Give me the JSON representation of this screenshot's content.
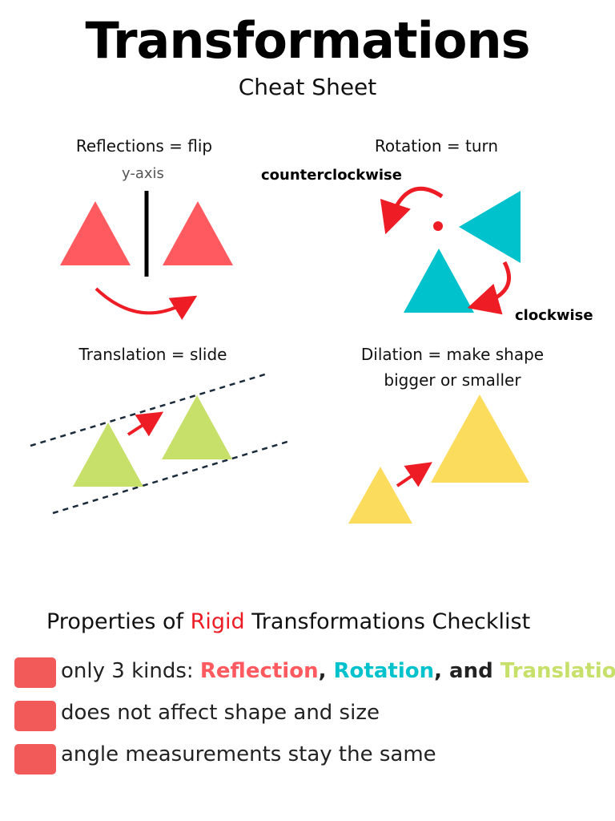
{
  "header": {
    "title": "Transformations",
    "subtitle": "Cheat Sheet"
  },
  "reflections": {
    "label": "Reflections = flip",
    "axis_label": "y-axis",
    "color": "#ff5a5f"
  },
  "rotation": {
    "label": "Rotation = turn",
    "counterclockwise_label": "counterclockwise",
    "clockwise_label": "clockwise",
    "color": "#00c2cc"
  },
  "translation": {
    "label": "Translation = slide",
    "color": "#c6e06a"
  },
  "dilation": {
    "label_line1": "Dilation = make shape",
    "label_line2": "bigger or smaller",
    "color": "#fcdc5c"
  },
  "arrow_color": "#ee1c24",
  "checklist": {
    "title_before": "Properties of ",
    "title_highlight": "Rigid",
    "title_after": " Transformations Checklist",
    "highlight_color": "#ee1c24",
    "checkbox_color": "#f25a5a",
    "items": [
      {
        "prefix": "only 3 kinds: ",
        "kind1": "Reflection",
        "sep1": ",  ",
        "kind2": "Rotation",
        "sep2": ", and ",
        "kind3": "Translation"
      },
      {
        "text": "does not affect shape and size"
      },
      {
        "text": "angle measurements stay the same"
      }
    ]
  }
}
